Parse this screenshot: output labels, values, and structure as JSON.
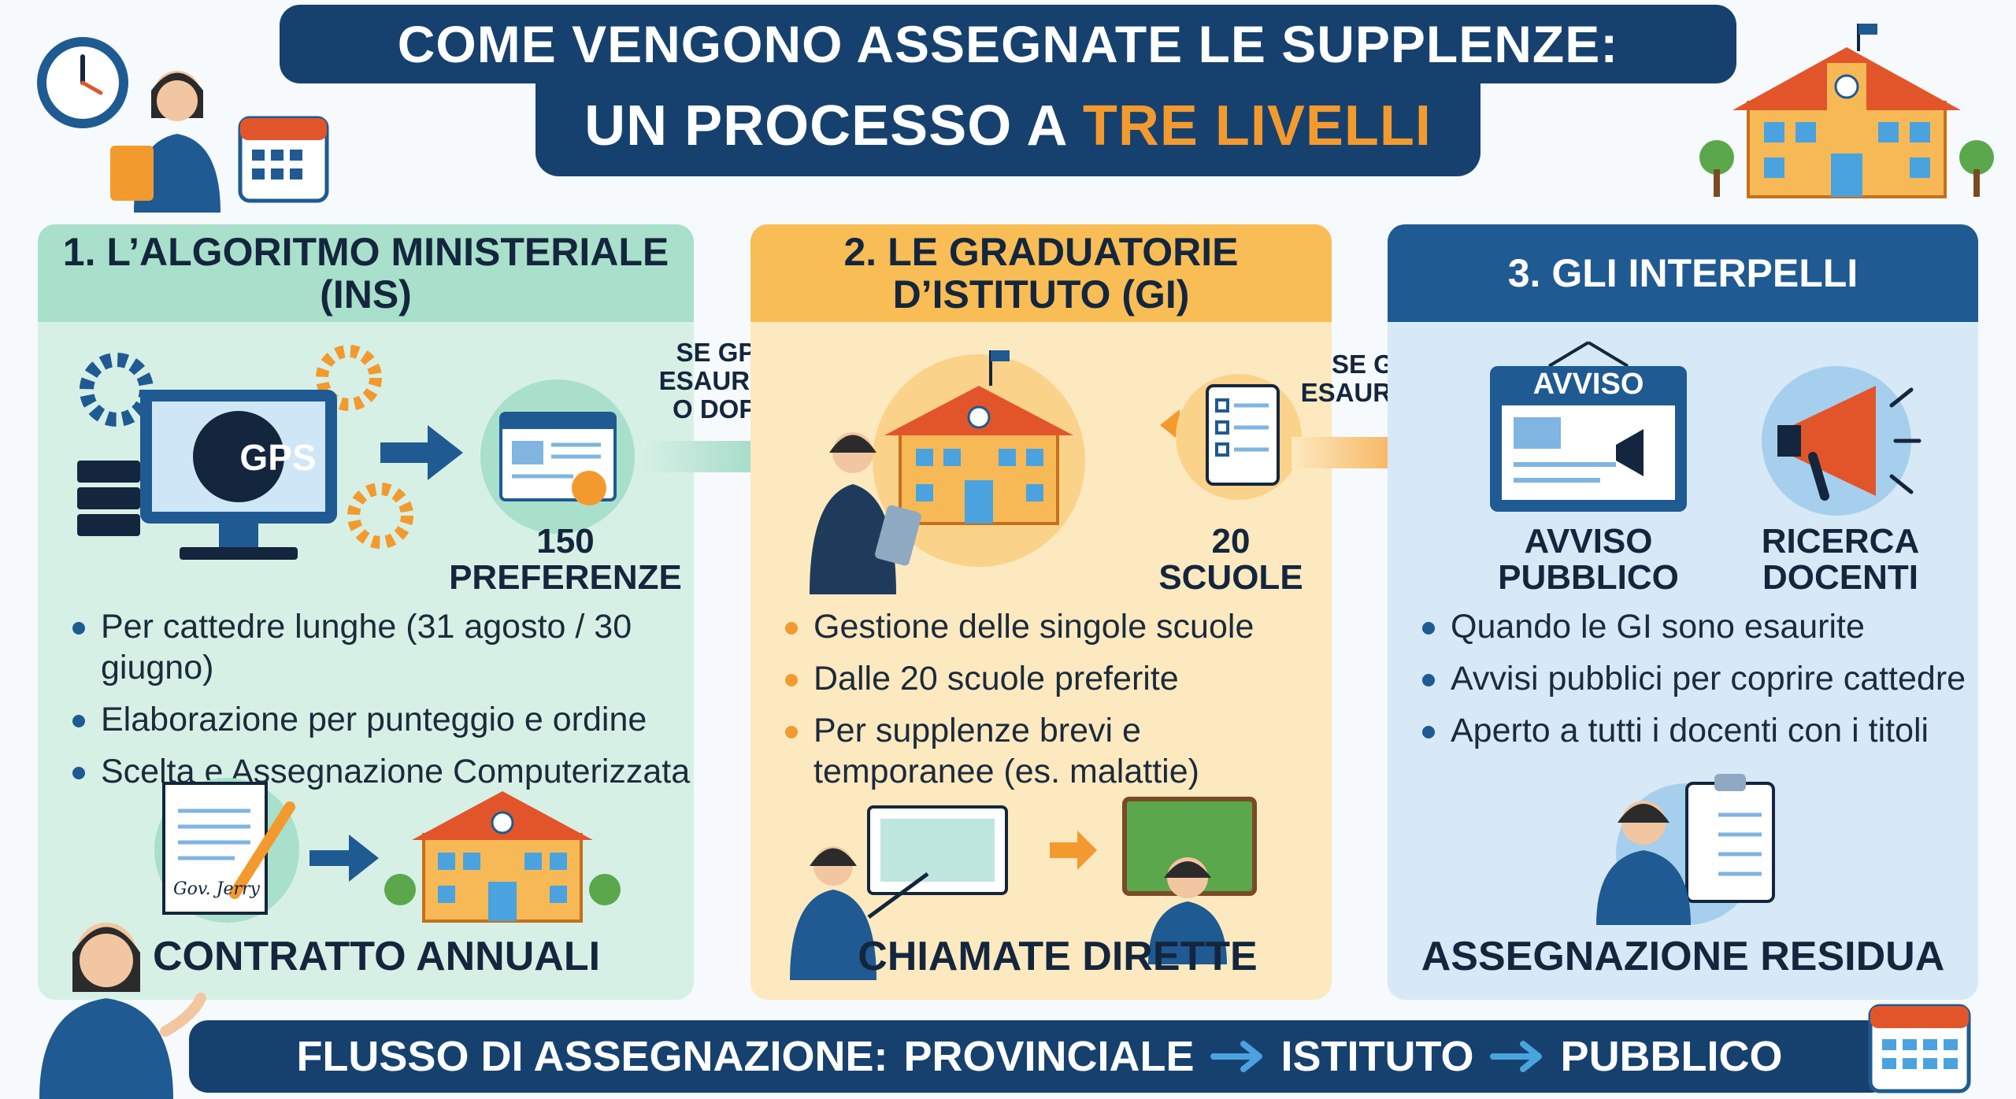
{
  "header": {
    "title_line1": "COME VENGONO ASSEGNATE LE SUPPLENZE:",
    "title_line2_prefix": "UN PROCESSO A ",
    "title_line2_accent": "TRE LIVELLI"
  },
  "colors": {
    "navy": "#16416f",
    "accent_orange": "#f39a2e",
    "panel1": "#d7f0e6",
    "panel2": "#fde9c0",
    "panel3": "#d7e9f7"
  },
  "levels": [
    {
      "heading": "1. L’ALGORITMO MINISTERIALE (INS)",
      "monitor_text": "GPS",
      "caption": "150 PREFERENZE",
      "bullets": [
        "Per cattedre lunghe (31 agosto / 30 giugno)",
        "Elaborazione per punteggio e ordine",
        "Scelta e Assegnazione Computerizzata"
      ],
      "signature": "Gov. Jerry",
      "bottom_label": "CONTRATTO ANNUALI"
    },
    {
      "heading": "2. LE GRADUATORIE D’ISTITUTO (GI)",
      "caption": "20 SCUOLE",
      "bullets": [
        "Gestione delle singole scuole",
        "Dalle 20 scuole preferite",
        "Per supplenze brevi e temporanee (es. malattie)"
      ],
      "bottom_label": "CHIAMATE DIRETTE"
    },
    {
      "heading": "3. GLI INTERPELLI",
      "notice_title": "AVVISO",
      "captions": [
        "AVVISO PUBBLICO",
        "RICERCA DOCENTI"
      ],
      "bullets": [
        "Quando le GI sono esaurite",
        "Avvisi pubblici per coprire cattedre",
        "Aperto a tutti i docenti con i titoli"
      ],
      "bottom_label": "ASSEGNAZIONE RESIDUA"
    }
  ],
  "connectors": [
    {
      "label": "SE GPS ESAURITE O DOPO"
    },
    {
      "label": "SE GI ESAURITE"
    }
  ],
  "footer": {
    "prefix": "FLUSSO DI ASSEGNAZIONE:",
    "steps": [
      "PROVINCIALE",
      "ISTITUTO",
      "PUBBLICO"
    ]
  }
}
